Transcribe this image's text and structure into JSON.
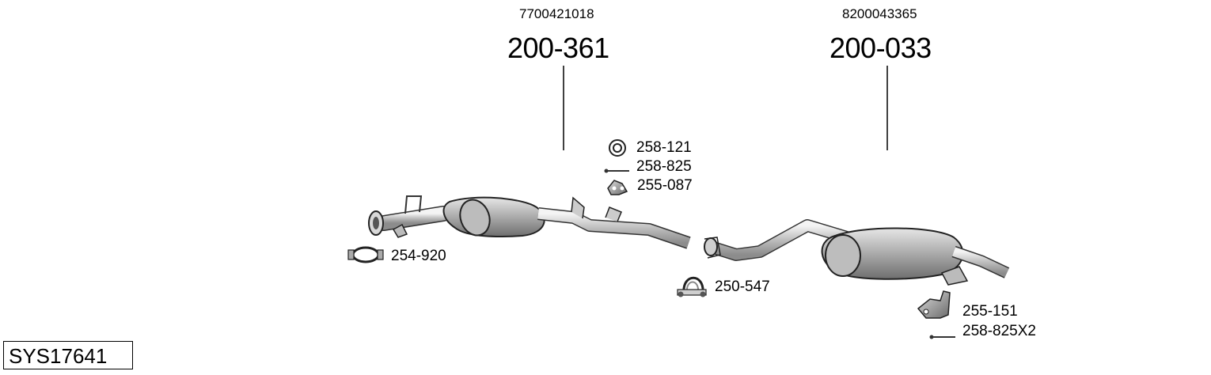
{
  "parts": {
    "front": {
      "oem": "7700421018",
      "number": "200-361"
    },
    "rear": {
      "oem": "8200043365",
      "number": "200-033"
    }
  },
  "accessories": {
    "a258_121": "258-121",
    "a258_825": "258-825",
    "a255_087": "255-087",
    "a254_920": "254-920",
    "a250_547": "250-547",
    "a255_151": "255-151",
    "a258_825x2": "258-825X2"
  },
  "system_id": "SYS17641"
}
